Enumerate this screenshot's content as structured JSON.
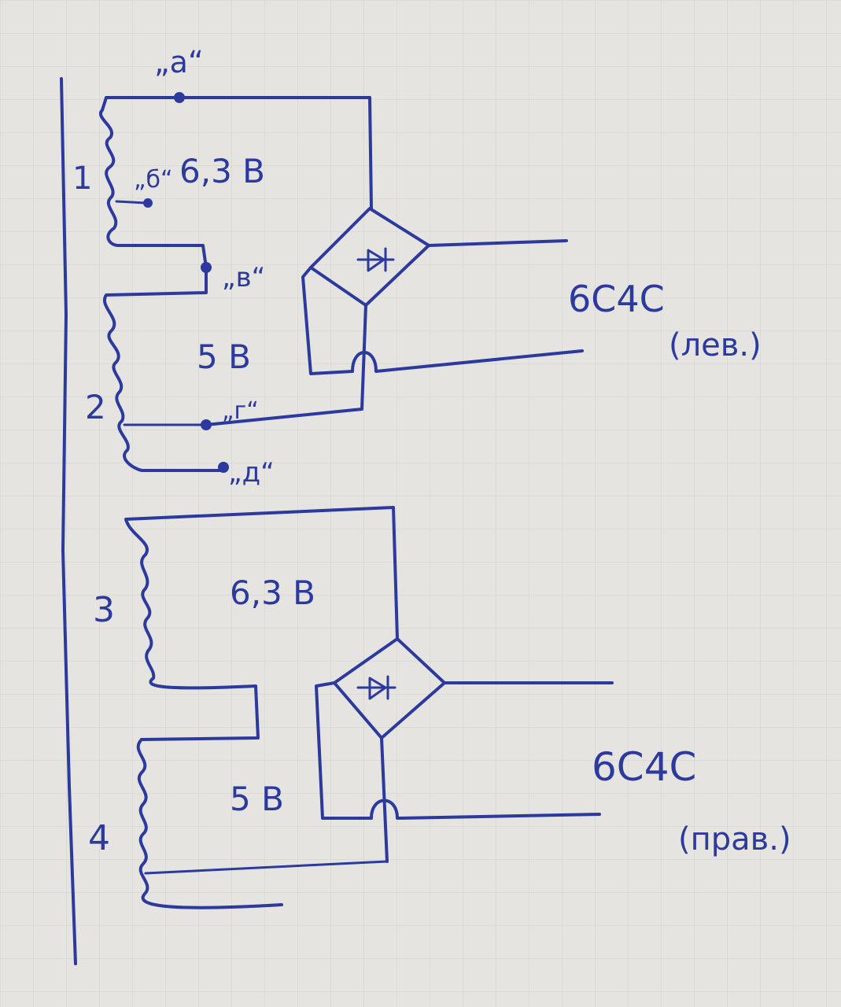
{
  "diagram": {
    "ink_color": "#2b3a9c",
    "paper_color": "#e6e4e0",
    "windings": [
      {
        "number": "1",
        "voltage": "6,3 В"
      },
      {
        "number": "2",
        "voltage": "5 В"
      },
      {
        "number": "3",
        "voltage": "6,3 В"
      },
      {
        "number": "4",
        "voltage": "5 В"
      }
    ],
    "terminals": [
      "„а“",
      "„б“",
      "„в“",
      "„г“",
      "„д“"
    ],
    "loads": [
      {
        "name": "6С4С",
        "side": "(лев.)"
      },
      {
        "name": "6С4С",
        "side": "(прав.)"
      }
    ]
  }
}
